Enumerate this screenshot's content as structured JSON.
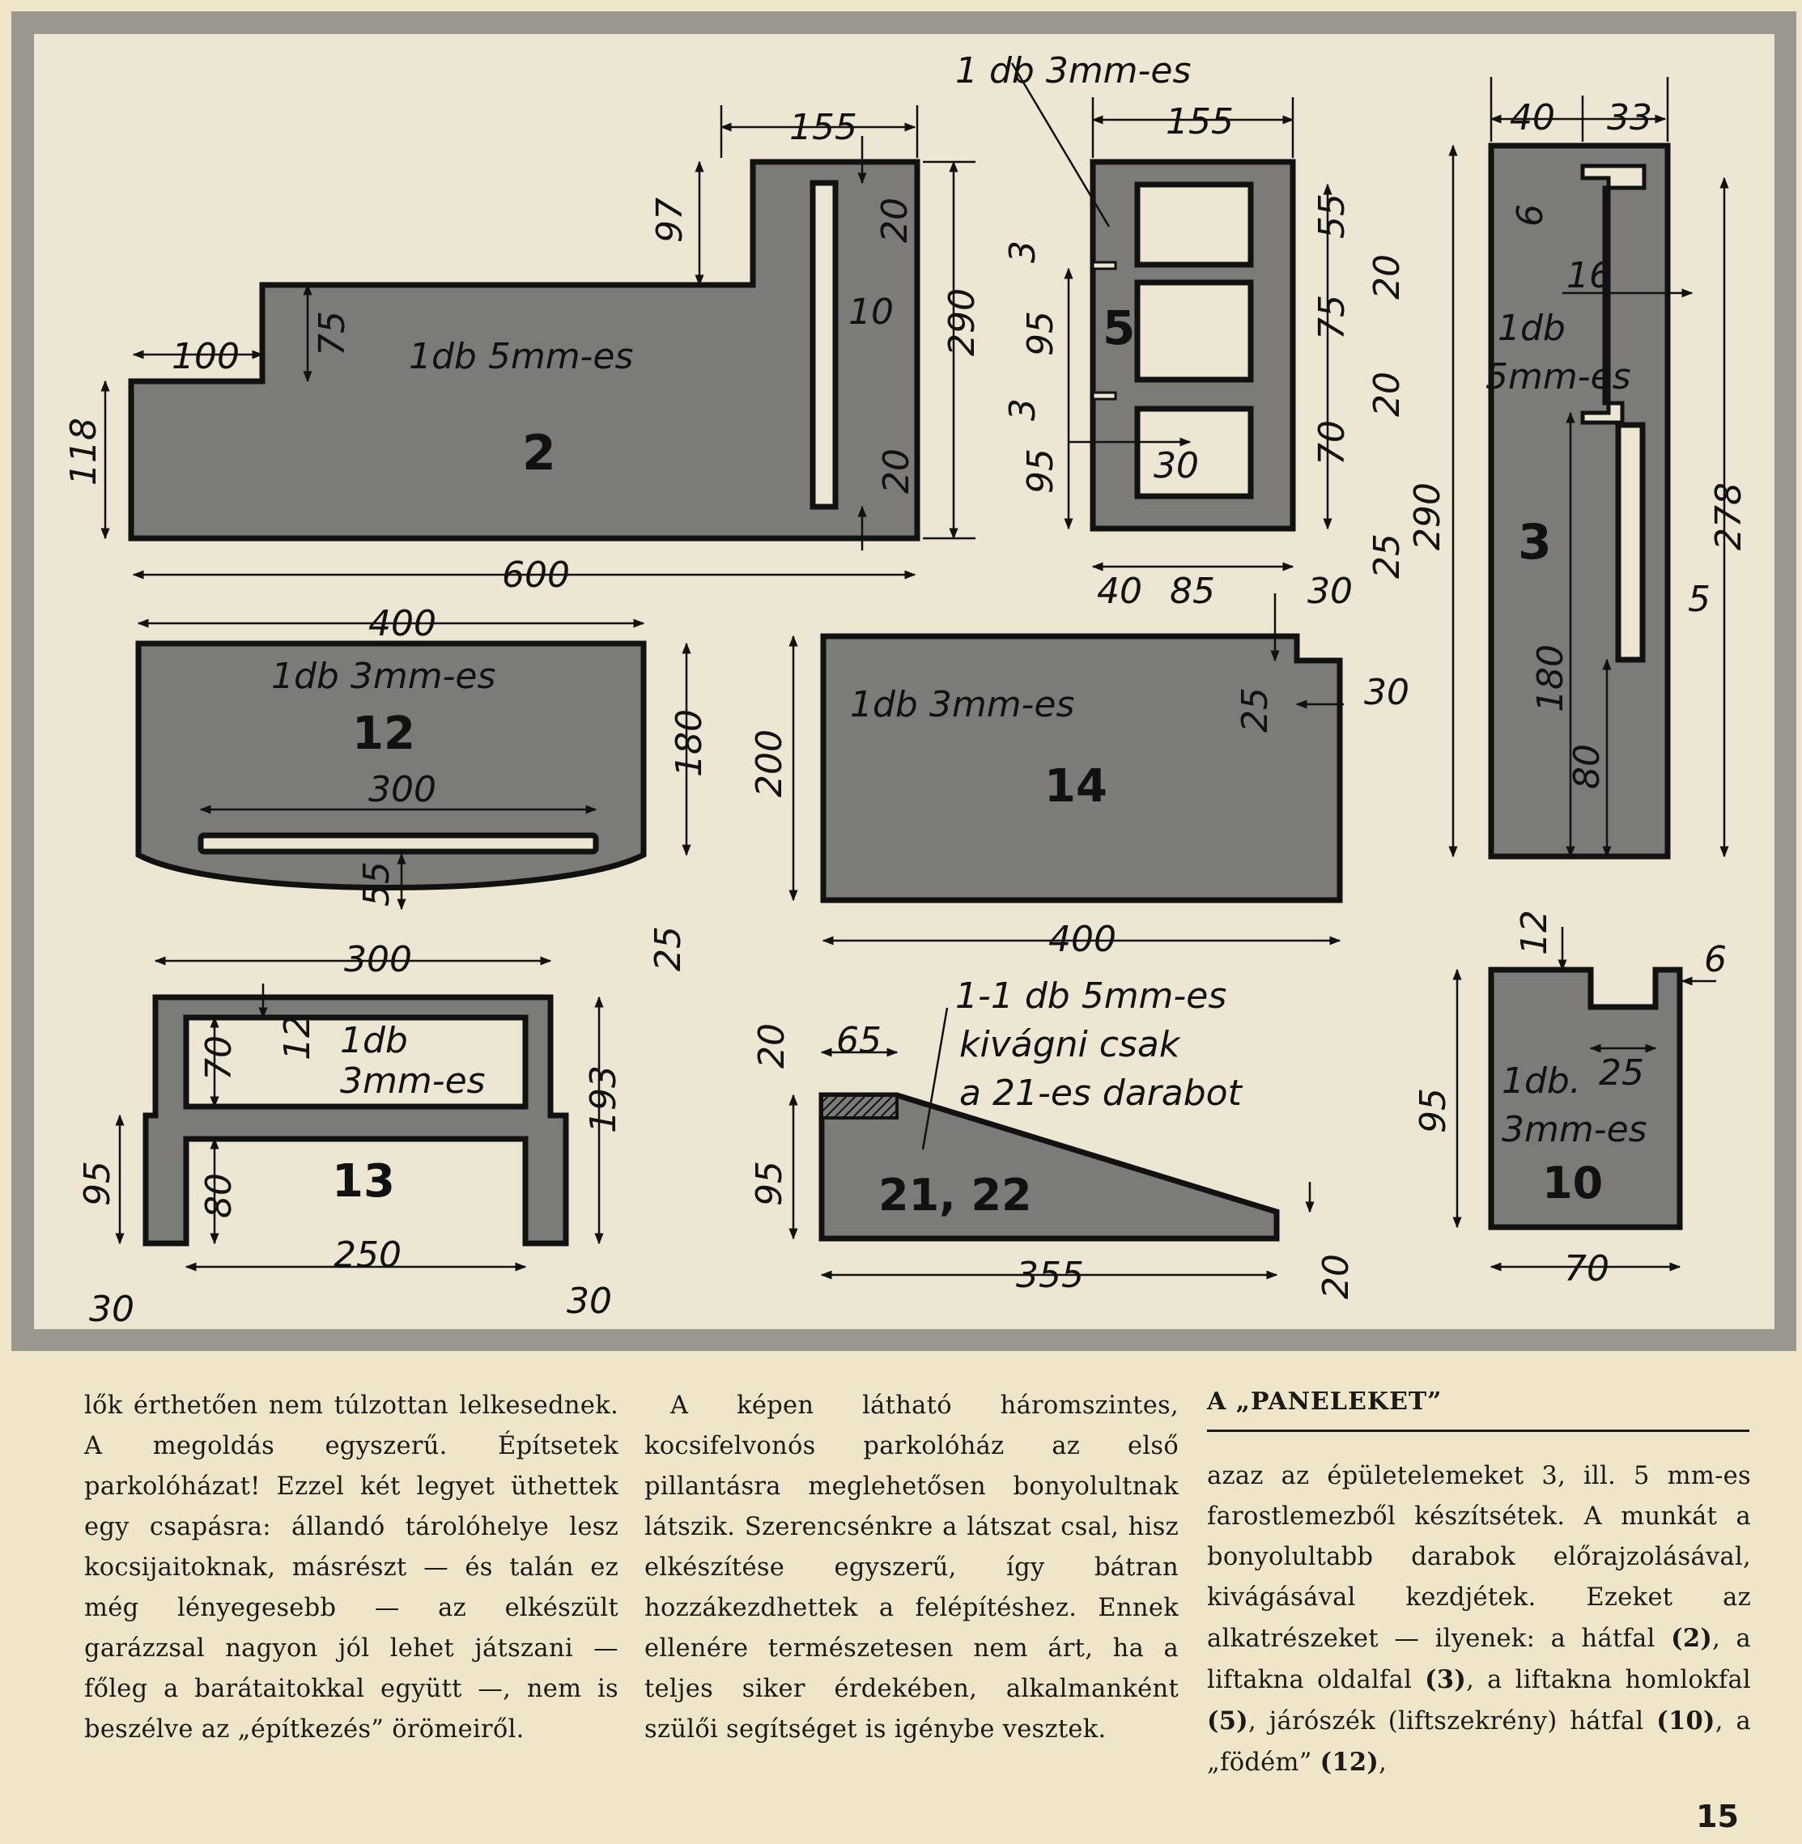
{
  "plate": {
    "colors": {
      "frame": "#9a978f",
      "panel": "#7c7b77",
      "ink": "#111111",
      "paper": "#ece6d3"
    },
    "part2": {
      "number": "2",
      "label": "1db 5mm-es",
      "dims": {
        "d155": "155",
        "d97": "97",
        "d20a": "20",
        "d10": "10",
        "d290": "290",
        "d75": "75",
        "d100": "100",
        "d118": "118",
        "d20b": "20",
        "d600": "600"
      }
    },
    "part5": {
      "number": "5",
      "label": "1 db 3mm-es",
      "dims": {
        "d155": "155",
        "d55": "55",
        "d20a": "20",
        "d3a": "3",
        "d95a": "95",
        "d75": "75",
        "d3b": "3",
        "d20b": "20",
        "d95b": "95",
        "d30": "30",
        "d70": "70",
        "d25": "25",
        "d40": "40",
        "d85": "85",
        "d30b": "30"
      }
    },
    "part3": {
      "number": "3",
      "label1": "1db",
      "label2": "5mm-es",
      "dims": {
        "d40": "40",
        "d33": "33",
        "d6": "6",
        "d16": "16",
        "d290": "290",
        "d278": "278",
        "d5": "5",
        "d180": "180",
        "d80": "80"
      }
    },
    "part12": {
      "number": "12",
      "label": "1db  3mm-es",
      "dims": {
        "d400": "400",
        "d300": "300",
        "d180": "180",
        "d55": "55",
        "d25": "25"
      }
    },
    "part14": {
      "number": "14",
      "label": "1db  3mm-es",
      "dims": {
        "d200": "200",
        "d25": "25",
        "d30": "30",
        "d400": "400"
      }
    },
    "part13": {
      "number": "13",
      "label1": "1db",
      "label2": "3mm-es",
      "dims": {
        "d300": "300",
        "d70": "70",
        "d12": "12",
        "d193": "193",
        "d95": "95",
        "d80": "80",
        "d250": "250",
        "d30a": "30",
        "d30b": "30"
      }
    },
    "part21": {
      "number": "21, 22",
      "label1": "1-1 db 5mm-es",
      "label2": "kivágni csak",
      "label3": "a 21-es darabot",
      "dims": {
        "d20": "20",
        "d65": "65",
        "d95": "95",
        "d355": "355",
        "d20b": "20"
      }
    },
    "part10": {
      "number": "10",
      "label1": "1db.",
      "label2": "3mm-es",
      "dims": {
        "d12": "12",
        "d6": "6",
        "d25": "25",
        "d95": "95",
        "d70": "70"
      }
    }
  },
  "article": {
    "col1": "lők érthetően nem túlzottan lelkesednek. A megoldás egyszerű. Építsetek parkolóházat! Ezzel két legyet üthettek egy csapásra: állandó tárolóhelye lesz kocsijaitoknak, másrészt — és talán ez még lényegesebb — az elkészült garázzsal nagyon jól lehet játszani — főleg a barátaitokkal együtt —, nem is beszélve az „építkezés” örömeiről.",
    "col2": "A képen látható háromszintes, kocsifelvonós parkolóház az első pillantásra meglehetősen bonyolultnak látszik. Szerencsénkre a látszat csal, hisz elkészítése egyszerű, így bátran hozzákezdhettek a felépítéshez. Ennek ellenére természetesen nem árt, ha a teljes siker érdekében, alkalmanként szülői segítséget is igénybe vesztek.",
    "heading": "A „PANELEKET”",
    "col3_a": "azaz az épületelemeket 3, ill. 5 mm-es farostlemezből készítsétek. A munkát a bonyolultabb darabok előrajzolásával, kivágásával kezdjétek. Ezeket az alkatrészeket — ilyenek: a hátfal ",
    "col3_b": "(2)",
    "col3_c": ", a liftakna oldalfal ",
    "col3_d": "(3)",
    "col3_e": ", a liftakna homlokfal ",
    "col3_f": "(5)",
    "col3_g": ", járószék (liftszekrény) hátfal ",
    "col3_h": "(10)",
    "col3_i": ", a „födém” ",
    "col3_j": "(12)",
    "col3_k": ","
  },
  "page_number": "15"
}
